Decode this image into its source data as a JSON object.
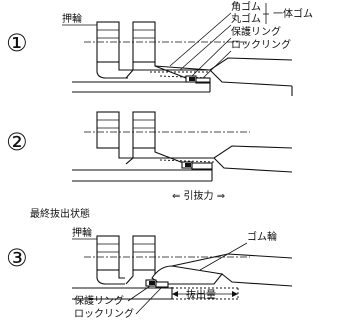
{
  "steps": [
    "①",
    "②",
    "③"
  ],
  "step1": {
    "push_ring": "押輪",
    "square_rubber": "角ゴム",
    "round_rubber": "丸ゴム",
    "integral_rubber": "一体ゴム",
    "protection_ring": "保護リング",
    "lock_ring": "ロックリング"
  },
  "step2": {
    "pullout_force": "⇐ 引抜力 ⇒"
  },
  "step3": {
    "title": "最終抜出状態",
    "push_ring": "押輪",
    "rubber_ring": "ゴム輪",
    "pullout_amount": "抜出量",
    "protection_ring": "保護リング",
    "lock_ring": "ロックリング"
  }
}
